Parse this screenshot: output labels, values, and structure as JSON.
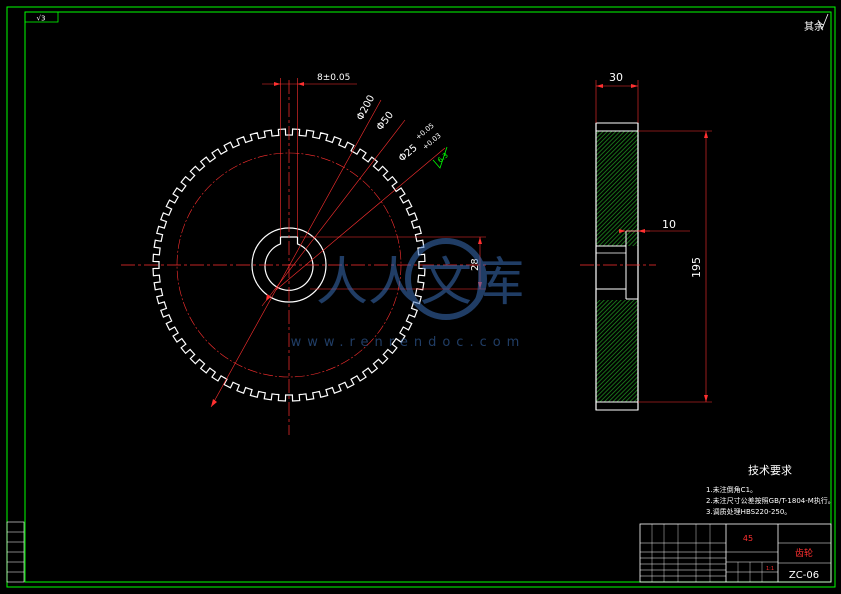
{
  "corner_mark": "√3",
  "top_right_mark": "其余",
  "roughness_mark": "6.3",
  "dims": {
    "keyway_width": "8±0.05",
    "od_200": "Φ200",
    "d_50": "Φ50",
    "bore_25": "Φ25",
    "bore_tol_upper": "+0.05",
    "bore_tol_lower": "+0.03",
    "key_depth": "28",
    "face_width": "30",
    "hub_step": "10",
    "overall_height": "195"
  },
  "tech_req": {
    "title": "技术要求",
    "items": [
      "1.未注倒角C1。",
      "2.未注尺寸公差按照GB/T-1804-M执行。",
      "3.调质处理HBS220-250。"
    ]
  },
  "title_block": {
    "material": "45",
    "part_name": "齿轮",
    "drawing_no": "ZC-06",
    "scale": "1:1"
  },
  "watermark": {
    "text": "人人文库",
    "url": "www.renrendoc.com"
  },
  "colors": {
    "frame": "#00ff00",
    "outline": "#ffffff",
    "center": "#ff0000",
    "hatch": "#00cc00",
    "accent": "#ff0000"
  }
}
